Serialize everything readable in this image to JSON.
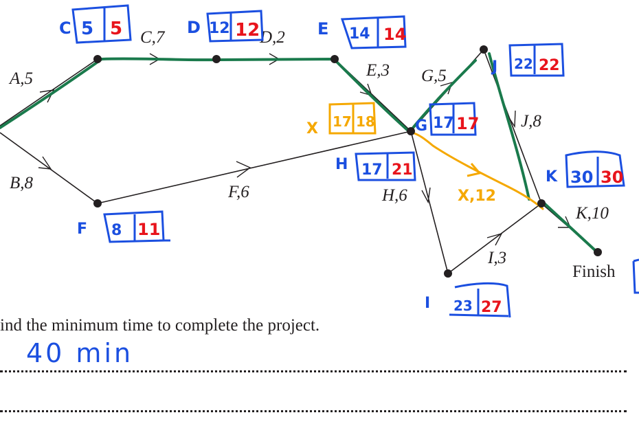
{
  "network": {
    "nodes": {
      "start": {
        "label": ""
      },
      "n1": {
        "label": ""
      },
      "n2": {
        "label": ""
      },
      "n3": {
        "label": ""
      },
      "n4": {
        "label": ""
      },
      "n5": {
        "label": ""
      },
      "n6": {
        "label": ""
      },
      "n7": {
        "label": ""
      },
      "n8": {
        "label": ""
      },
      "finish": {
        "label": "Finish"
      }
    },
    "edges": [
      {
        "activity": "A",
        "duration": 5,
        "text": "A,5"
      },
      {
        "activity": "B",
        "duration": 8,
        "text": "B,8"
      },
      {
        "activity": "C",
        "duration": 7,
        "text": "C,7"
      },
      {
        "activity": "D",
        "duration": 2,
        "text": "D,2"
      },
      {
        "activity": "E",
        "duration": 3,
        "text": "E,3"
      },
      {
        "activity": "F",
        "duration": 6,
        "text": "F,6"
      },
      {
        "activity": "G",
        "duration": 5,
        "text": "G,5"
      },
      {
        "activity": "H",
        "duration": 6,
        "text": "H,6"
      },
      {
        "activity": "I",
        "duration": 3,
        "text": "I,3"
      },
      {
        "activity": "J",
        "duration": 8,
        "text": "J,8"
      },
      {
        "activity": "K",
        "duration": 10,
        "text": "K,10"
      }
    ]
  },
  "annotations": {
    "boxes": [
      {
        "letter": "C",
        "early": "5",
        "late": "5"
      },
      {
        "letter": "D",
        "early": "12",
        "late": "12"
      },
      {
        "letter": "E",
        "early": "14",
        "late": "14"
      },
      {
        "letter": "J",
        "early": "22",
        "late": "22"
      },
      {
        "letter": "G",
        "early": "17",
        "late": "17"
      },
      {
        "letter": "H",
        "early": "17",
        "late": "21"
      },
      {
        "letter": "K",
        "early": "30",
        "late": "30"
      },
      {
        "letter": "F",
        "early": "8",
        "late": "11"
      },
      {
        "letter": "I",
        "early": "23",
        "late": "27"
      }
    ],
    "dummy": {
      "letter": "X",
      "early": "17",
      "late": "18",
      "edge_text": "X,12"
    }
  },
  "colors": {
    "ink": "#231f20",
    "critical_path": "#1a7a4c",
    "dummy": "#f5a800",
    "handwriting_blue": "#1b4fe0",
    "handwriting_red": "#e8141c"
  },
  "question": {
    "text": "ind the minimum time to complete the project.",
    "answer": "40 min"
  }
}
